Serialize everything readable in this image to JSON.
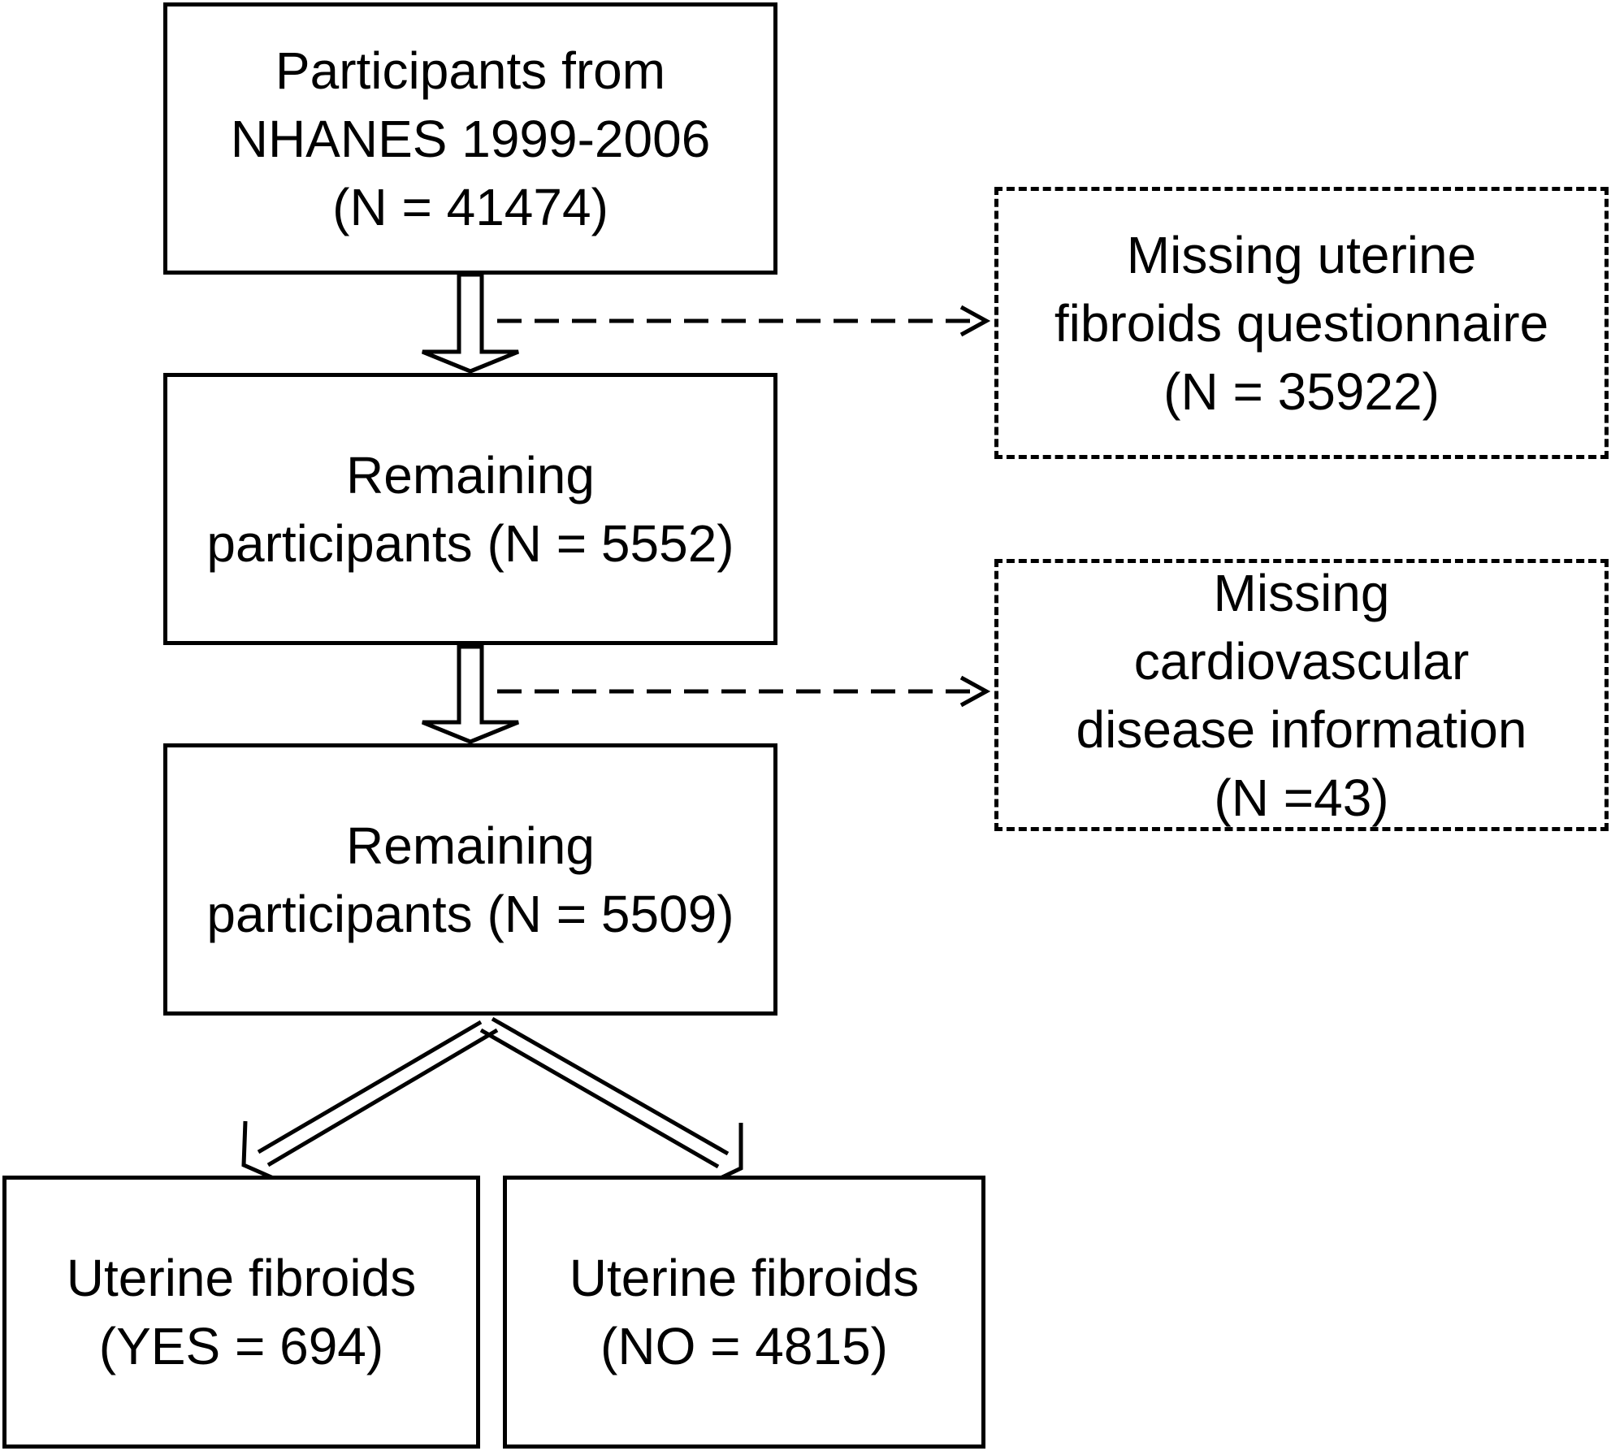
{
  "colors": {
    "stroke": "#000000",
    "background": "#ffffff"
  },
  "boxes": {
    "start": {
      "lines": [
        "Participants  from",
        "NHANES 1999-2006",
        "(N = 41474)"
      ]
    },
    "remaining1": {
      "lines": [
        "Remaining",
        "participants (N = 5552)"
      ]
    },
    "remaining2": {
      "lines": [
        "Remaining",
        "participants (N = 5509)"
      ]
    },
    "yes": {
      "lines": [
        "Uterine fibroids",
        "(YES = 694)"
      ]
    },
    "no": {
      "lines": [
        "Uterine fibroids",
        "(NO = 4815)"
      ]
    },
    "excl1": {
      "lines": [
        "Missing uterine",
        "fibroids questionnaire",
        "(N = 35922)"
      ]
    },
    "excl2": {
      "lines": [
        "Missing",
        "cardiovascular",
        "disease information",
        "(N =43)"
      ]
    }
  }
}
